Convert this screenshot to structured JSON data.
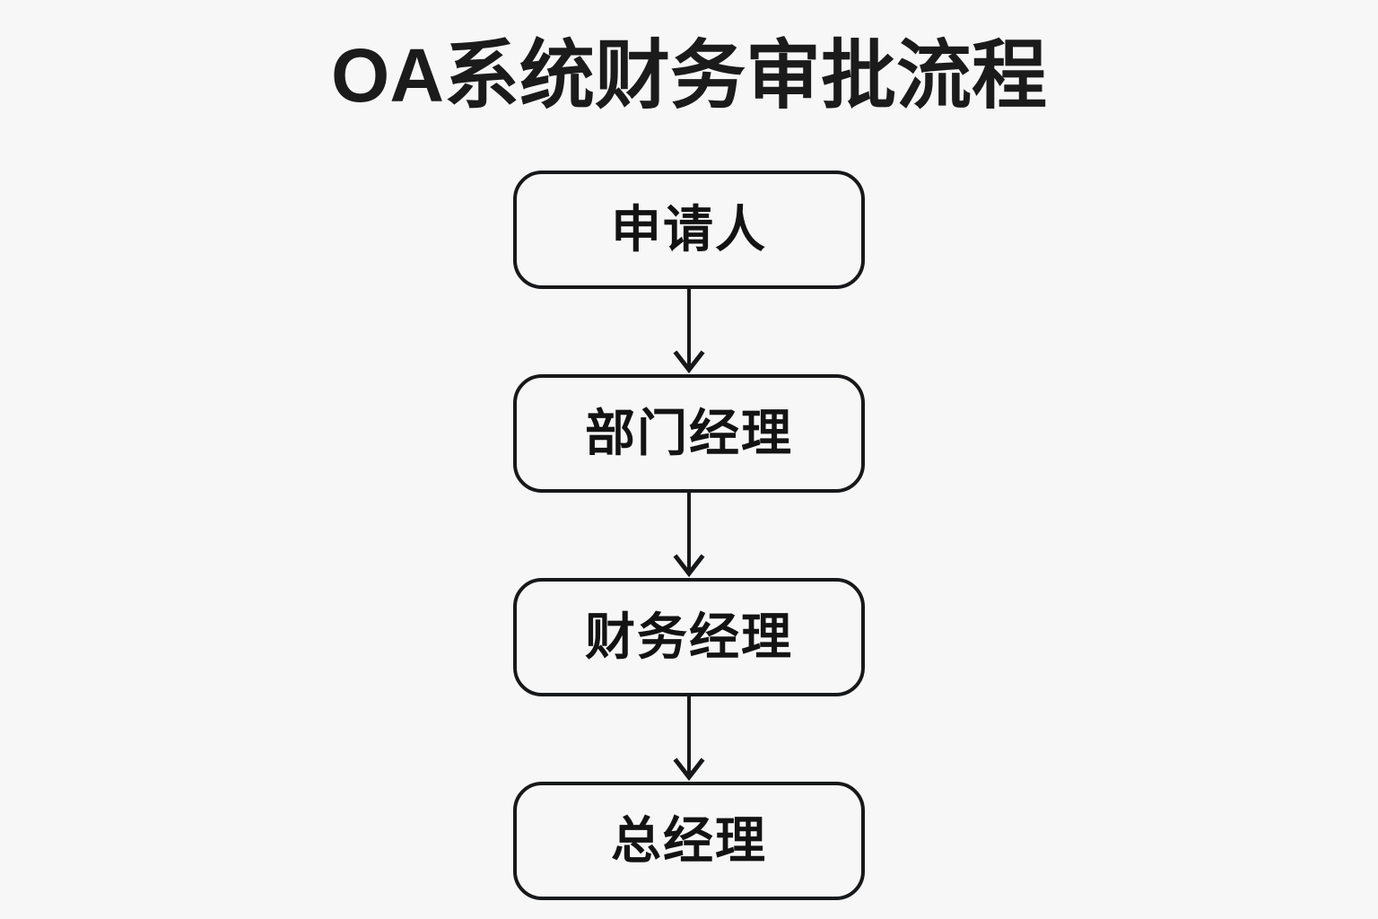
{
  "page": {
    "background_color": "#f7f7f7",
    "title": "OA系统财务审批流程",
    "title_color": "#1b1b1b"
  },
  "diagram": {
    "type": "flowchart",
    "orientation": "vertical-top-to-bottom",
    "node_border_color": "#17181a",
    "node_fill_color": "#f7f7f7",
    "connector_color": "#17181a",
    "nodes": [
      {
        "id": "applicant",
        "label": "申请人"
      },
      {
        "id": "department-manager",
        "label": "部门经理"
      },
      {
        "id": "finance-manager",
        "label": "财务经理"
      },
      {
        "id": "general-manager",
        "label": "总经理"
      }
    ],
    "connectors": [
      {
        "id": "arrow-1",
        "from": "applicant",
        "to": "department-manager",
        "icon": "arrow-down-icon"
      },
      {
        "id": "arrow-2",
        "from": "department-manager",
        "to": "finance-manager",
        "icon": "arrow-down-icon"
      },
      {
        "id": "arrow-3",
        "from": "finance-manager",
        "to": "general-manager",
        "icon": "arrow-down-icon"
      }
    ]
  }
}
